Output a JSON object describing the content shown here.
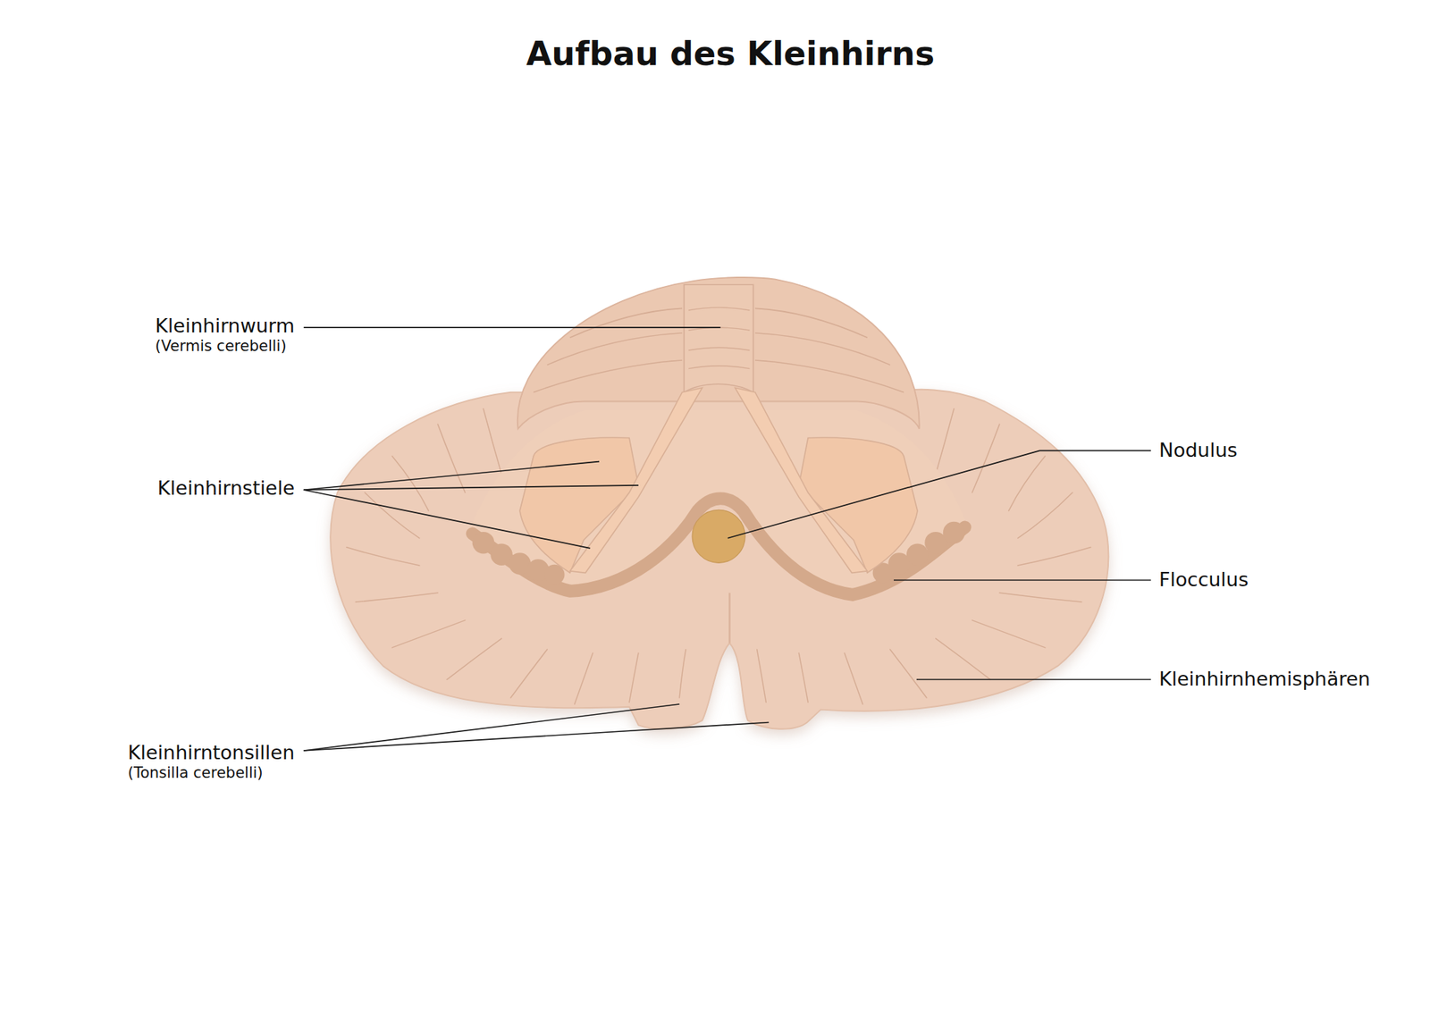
{
  "diagram": {
    "title": "Aufbau des Kleinhirns",
    "labels": [
      "Kleinhirnwurm",
      "(Vermis cerebelli)",
      "Kleinhirnstiele",
      "Nodulus",
      "Flocculus",
      "Kleinhirnhemisphären",
      "Kleinhirntonsillen",
      "(Tonsilla cerebelli)"
    ]
  }
}
